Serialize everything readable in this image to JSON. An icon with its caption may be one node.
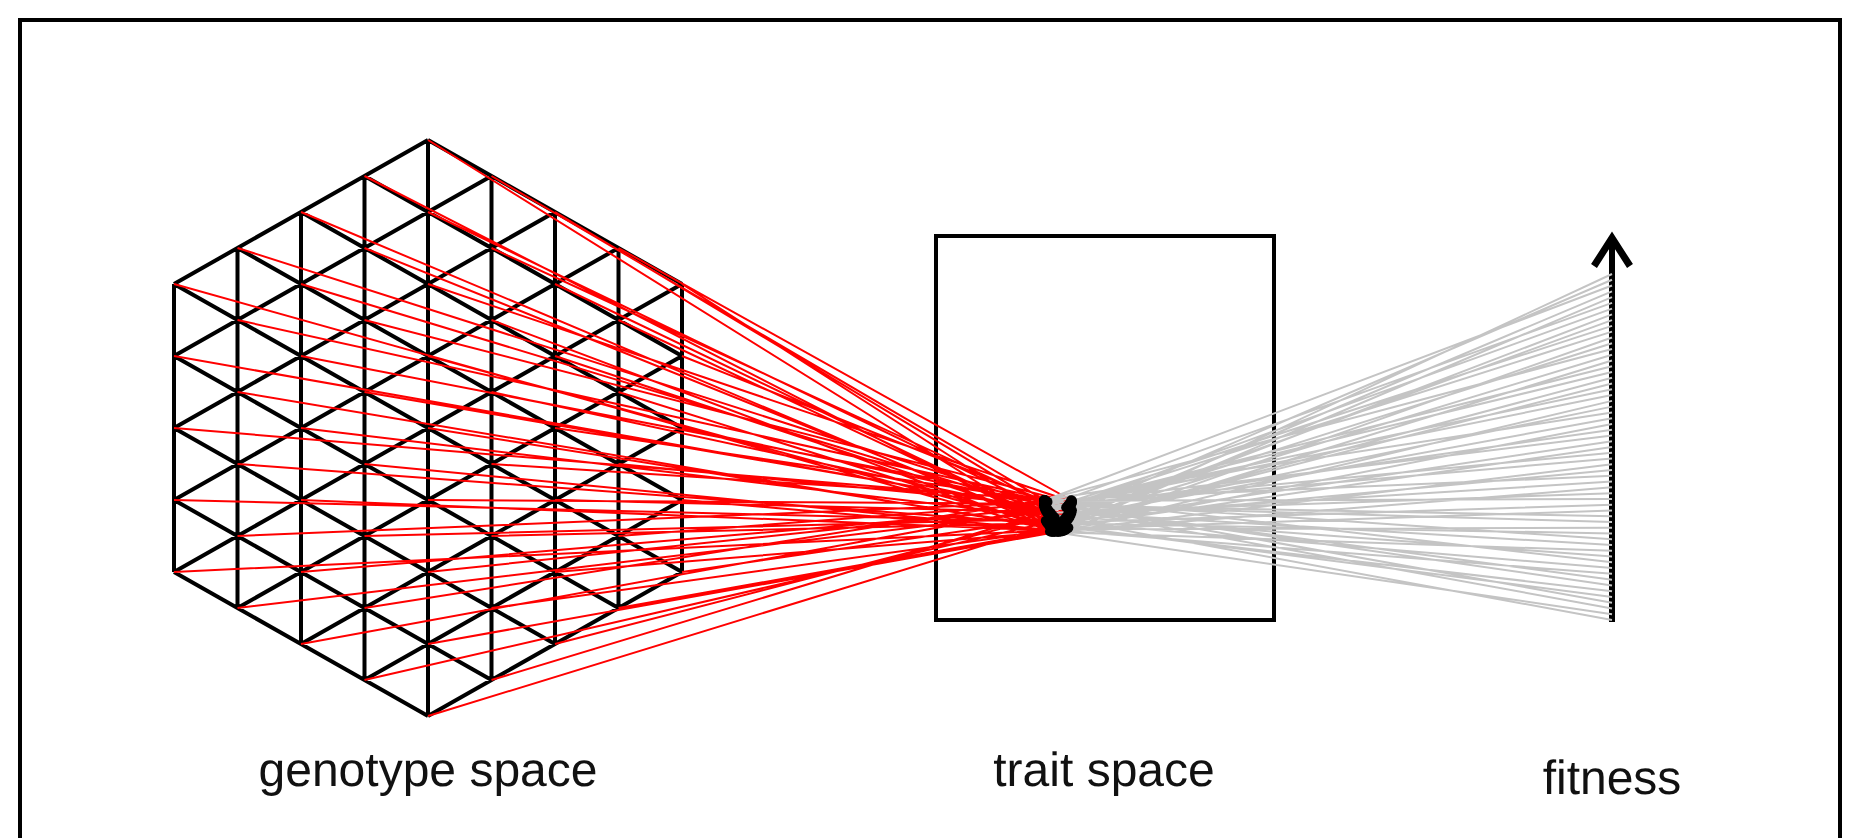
{
  "diagram": {
    "nodes": [
      {
        "text": [
          "genotype space"
        ]
      },
      {
        "text": [
          "trait space"
        ]
      },
      {
        "text": [
          "fitness"
        ]
      }
    ],
    "edges": [
      {
        "from": 0,
        "to": 1,
        "arrow": "none",
        "color": "#ff0000"
      },
      {
        "from": 1,
        "to": 2,
        "arrow": "none",
        "color": "#c4c4c4"
      }
    ]
  }
}
